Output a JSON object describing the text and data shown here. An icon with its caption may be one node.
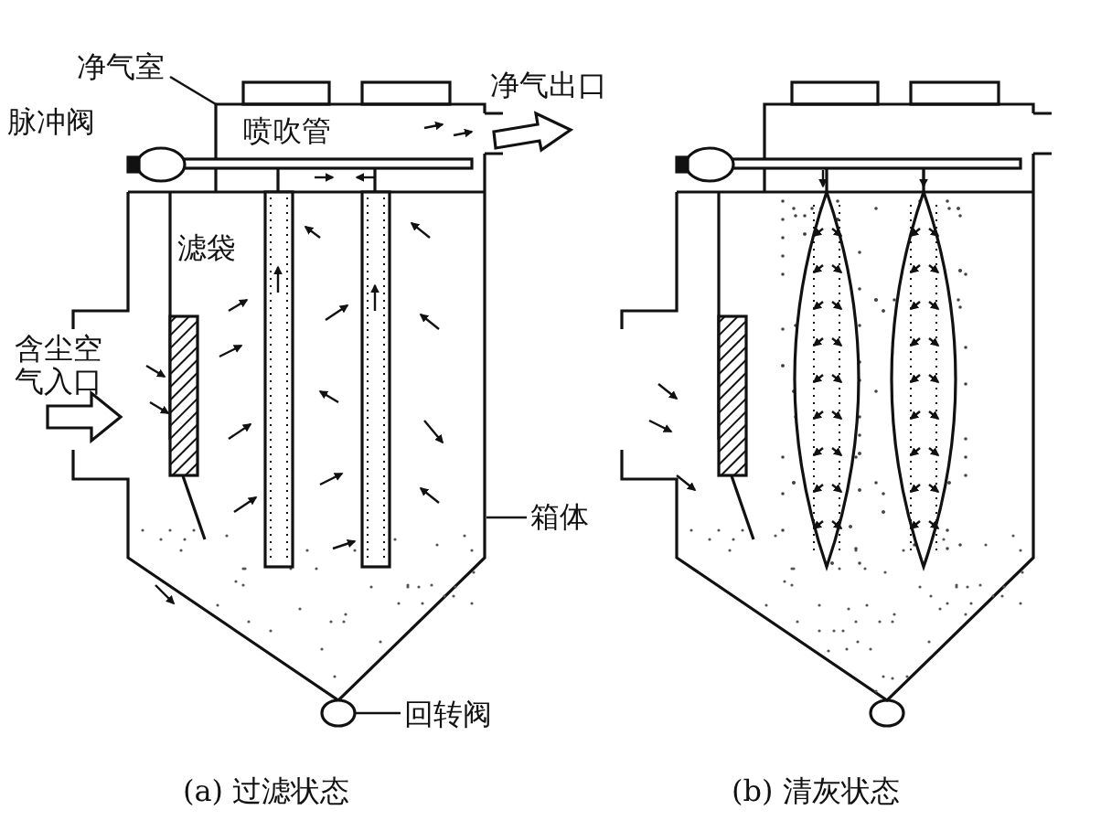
{
  "diagram": {
    "nodes": [
      {
        "text": [
          "净气室"
        ]
      },
      {
        "text": [
          "箱体"
        ]
      },
      {
        "text": [
          "回转阀"
        ]
      },
      {
        "text": [],
        "shape": "circle"
      }
    ],
    "edges": [
      {
        "from": 0,
        "to": null,
        "arrow": "none"
      },
      {
        "from": 1,
        "to": null,
        "arrow": "none"
      },
      {
        "from": 2,
        "to": 3,
        "arrow": "none"
      }
    ],
    "labels": [
      "脉冲阀",
      "喷吹管",
      "净气出口",
      "滤袋",
      "含尘空气入口",
      "(a) 过滤状态",
      "(b) 清灰状态"
    ]
  }
}
